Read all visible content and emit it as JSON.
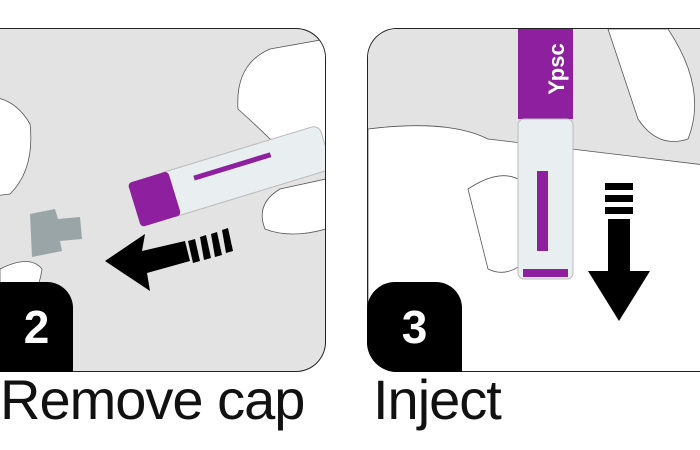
{
  "steps": [
    {
      "number": "2",
      "caption": "Remove cap"
    },
    {
      "number": "3",
      "caption": "Inject",
      "pen_label": "Ypsc"
    }
  ],
  "colors": {
    "accent": "#8e1f9e",
    "panel_bg": "#e3e3e3",
    "cap": "#9aa5a7",
    "badge": "#000000"
  }
}
